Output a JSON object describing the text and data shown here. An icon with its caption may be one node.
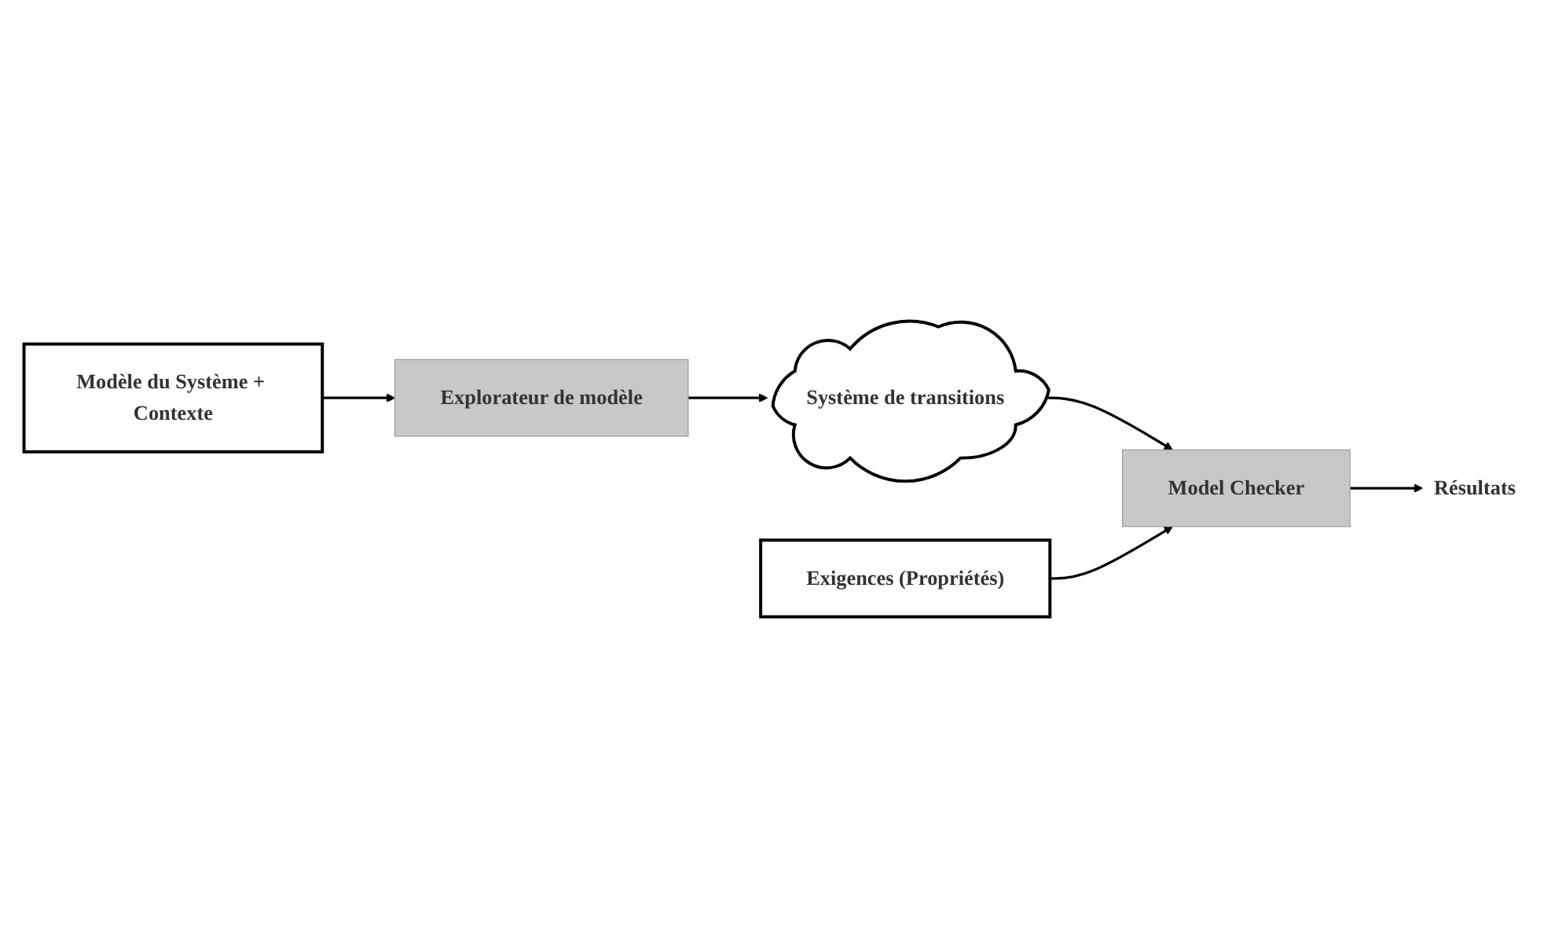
{
  "diagram": {
    "nodes": [
      {
        "text": [
          "Modèle du Système + Contexte"
        ]
      },
      {
        "text": [
          "Explorateur de modèle"
        ]
      },
      {
        "text": [
          "Système de transitions"
        ]
      },
      {
        "text": [
          "Exigences (Propriétés)"
        ]
      },
      {
        "text": [
          "Model Checker"
        ]
      },
      {
        "text": [
          "Résultats"
        ]
      }
    ],
    "edges": [
      {
        "from": 0,
        "to": 1,
        "arrow": "to"
      },
      {
        "from": 1,
        "to": 2,
        "arrow": "to"
      },
      {
        "from": 2,
        "to": 4,
        "arrow": "to"
      },
      {
        "from": 3,
        "to": 4,
        "arrow": "to"
      },
      {
        "from": 4,
        "to": 5,
        "arrow": "to"
      }
    ]
  }
}
